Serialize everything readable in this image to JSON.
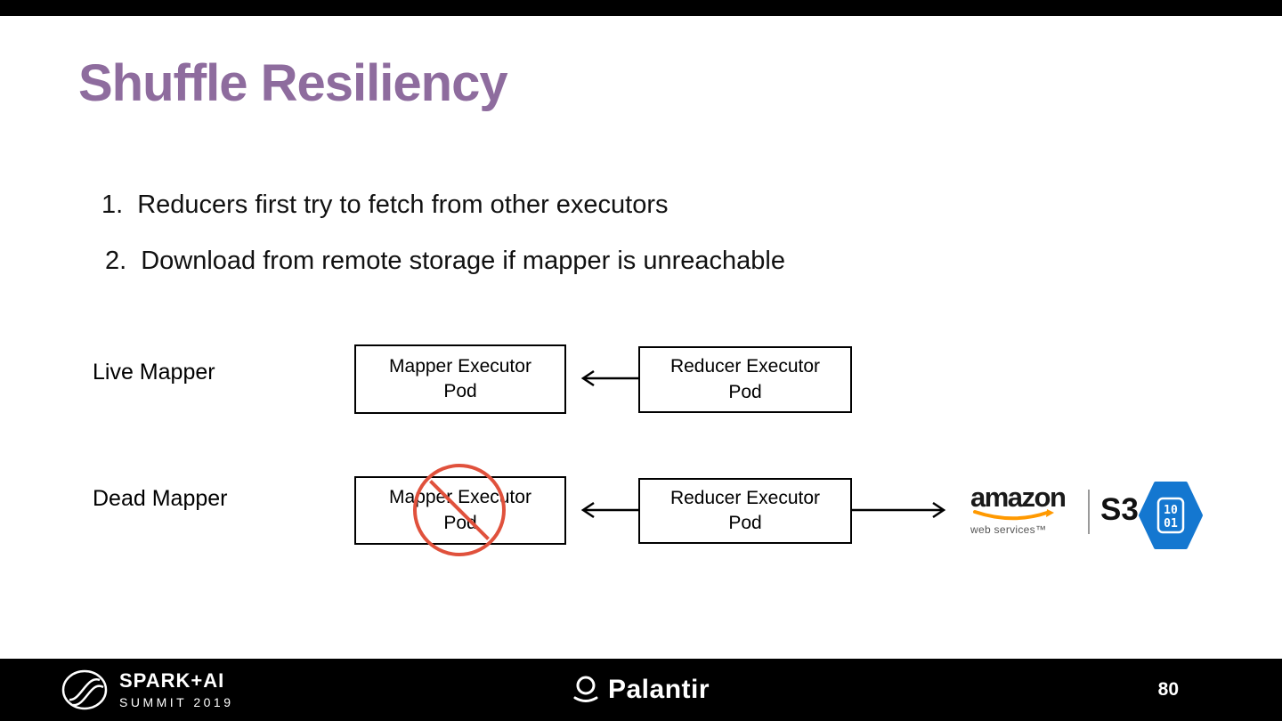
{
  "slide": {
    "title": "Shuffle Resiliency",
    "list_items": [
      {
        "number": "1.",
        "text": "Reducers first try to fetch from other executors"
      },
      {
        "number": "2.",
        "text": "Download from remote storage if mapper is unreachable"
      }
    ]
  },
  "diagram": {
    "rows": [
      {
        "label": "Live Mapper",
        "mapper_line1": "Mapper Executor",
        "mapper_line2": "Pod",
        "reducer_line1": "Reducer Executor",
        "reducer_line2": "Pod"
      },
      {
        "label": "Dead Mapper",
        "mapper_line1": "Mapper Executor",
        "mapper_line2": "Pod",
        "reducer_line1": "Reducer Executor",
        "reducer_line2": "Pod"
      }
    ],
    "storage": {
      "aws_brand": "amazon",
      "aws_sub": "web services™",
      "s3": "S3",
      "binary_line1": "10",
      "binary_line2": "01"
    }
  },
  "footer": {
    "spark_title": "SPARK+AI",
    "spark_subtitle": "SUMMIT 2019",
    "palantir": "Palantir",
    "page_number": "80"
  },
  "colors": {
    "title_purple": "#8e6c9e",
    "prohibition_red": "#e0513c",
    "aws_orange": "#ff9900",
    "hexagon_blue": "#1477d0"
  }
}
